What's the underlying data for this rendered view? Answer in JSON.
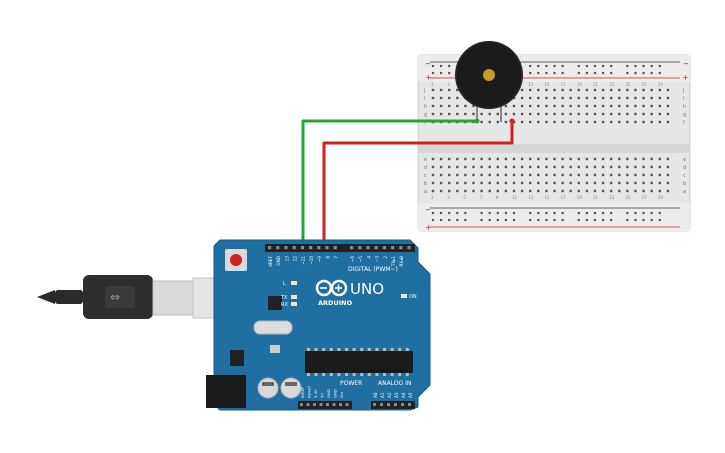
{
  "breadboard": {
    "rail_plus": "+",
    "rail_minus": "−",
    "row_letters_top": [
      "j",
      "i",
      "h",
      "g",
      "f"
    ],
    "row_letters_bottom": [
      "e",
      "d",
      "c",
      "b",
      "a"
    ],
    "column_numbers": [
      "1",
      "3",
      "5",
      "7",
      "9",
      "11",
      "13",
      "15",
      "17",
      "19",
      "21",
      "23",
      "25",
      "27",
      "29"
    ]
  },
  "buzzer": {
    "name": "Piezo buzzer"
  },
  "wires": {
    "green": "#22a83a",
    "red": "#d41f1f"
  },
  "arduino": {
    "brand": "ARDUINO",
    "model": "UNO",
    "digital_label": "DIGITAL (PWM~)",
    "power_label": "POWER",
    "analog_label": "ANALOG IN",
    "on_label": "ON",
    "led_l": "L",
    "led_tx": "TX",
    "led_rx": "RX",
    "digital_pins": [
      "AREF",
      "GND",
      "13",
      "12",
      "~11",
      "~10",
      "~9",
      "8",
      "7",
      "~6",
      "~5",
      "4",
      "~3",
      "2",
      "TX▸1",
      "RX◂0"
    ],
    "power_pins": [
      "IOREF",
      "RESET",
      "3.3V",
      "5V",
      "GND",
      "GND",
      "Vin"
    ],
    "analog_pins": [
      "A0",
      "A1",
      "A2",
      "A3",
      "A4",
      "A5"
    ],
    "board_color": "#1f6fa3"
  },
  "usb_cable": {
    "name": "USB cable"
  }
}
